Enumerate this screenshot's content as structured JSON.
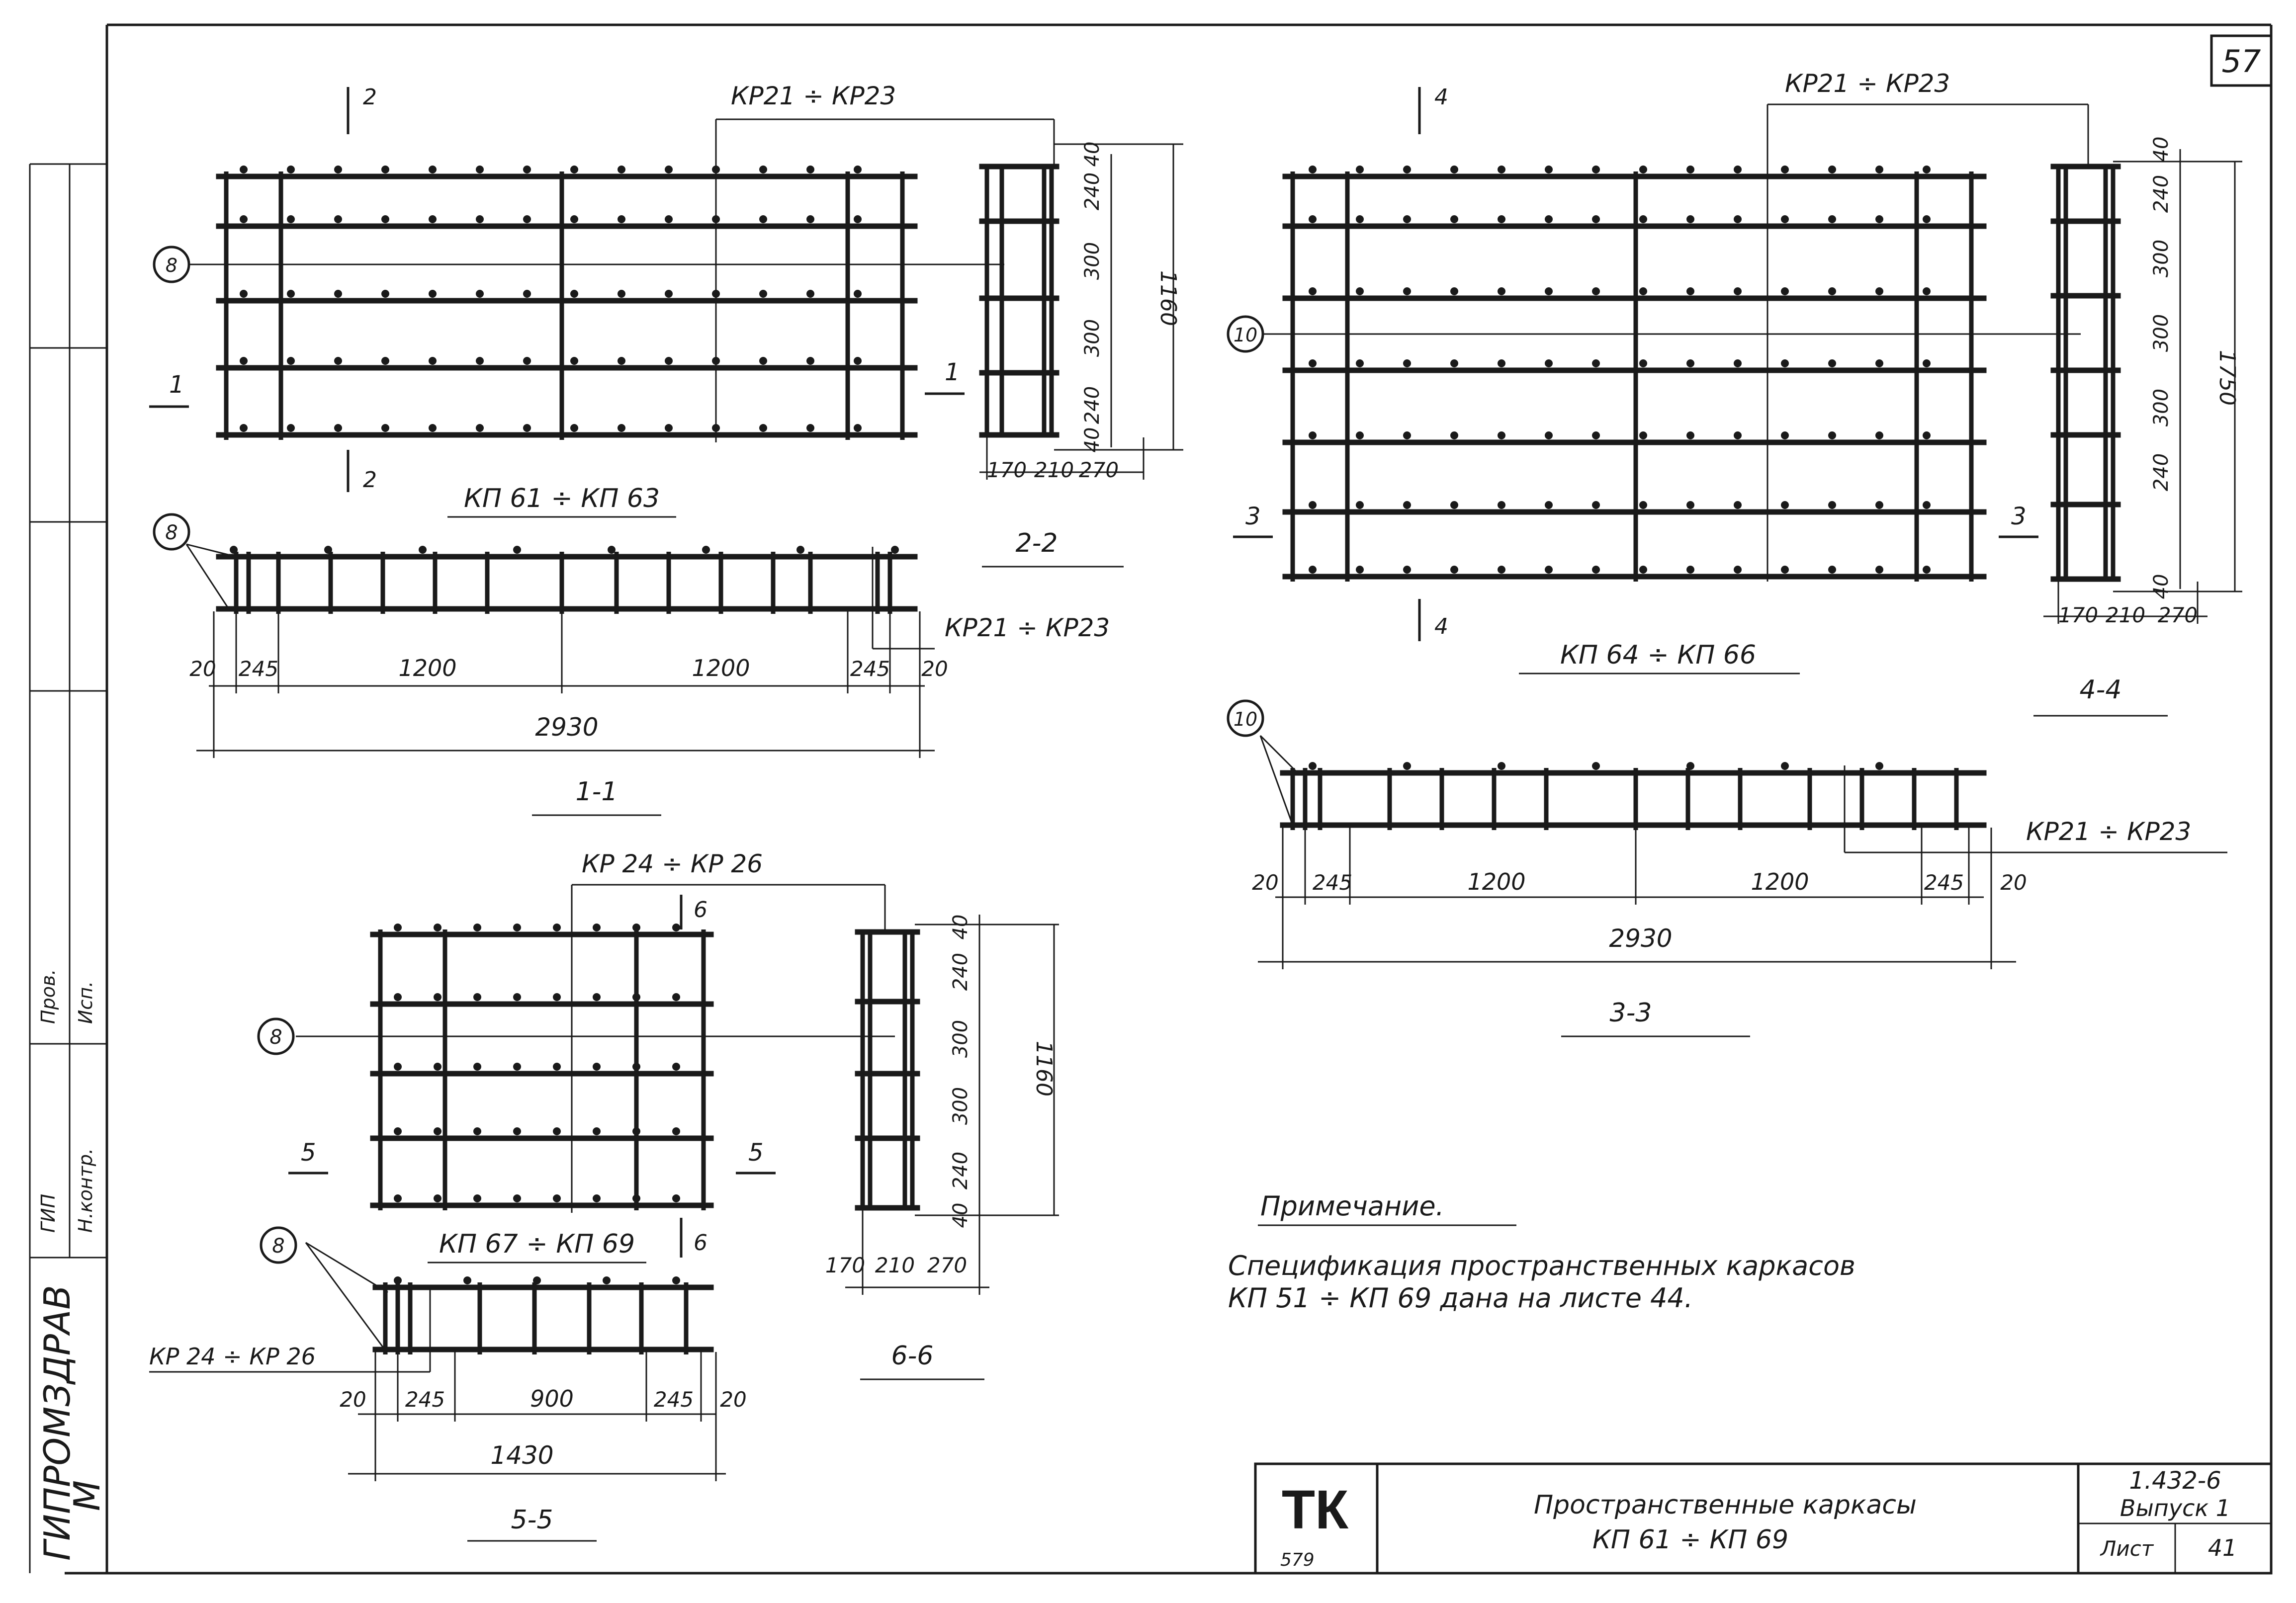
{
  "sheet": {
    "page_number": "57",
    "colors": {
      "ink": "#1a1a1a",
      "paper": "#ffffff"
    }
  },
  "left_margin": {
    "institute": "ГИПРОМЗДРАВ",
    "city": "М",
    "stamps": [
      "ГИП",
      "Н.контр.",
      "Пров.",
      "Исп."
    ]
  },
  "frame_kp61": {
    "cut_top": "2",
    "cut_bottom": "2",
    "section_left": "1",
    "section_right": "1",
    "callout_mark": "8",
    "leader_label": "КР21 ÷ КР23",
    "caption": "КП 61 ÷ КП 63",
    "side_dims_vertical": [
      "40",
      "240",
      "300",
      "300",
      "240",
      "40"
    ],
    "side_total": "1160",
    "side_dims_horizontal": [
      "170",
      "210",
      "270"
    ],
    "side_caption": "2-2"
  },
  "section_1_1": {
    "callout_mark": "8",
    "leader_label": "КР21 ÷ КР23",
    "dims": [
      "20",
      "245",
      "1200",
      "1200",
      "245",
      "20"
    ],
    "total": "2930",
    "caption": "1-1"
  },
  "frame_kp64": {
    "cut_top": "4",
    "cut_bottom": "4",
    "section_left": "3",
    "section_right": "3",
    "callout_mark": "10",
    "leader_label": "КР21 ÷ КР23",
    "caption": "КП 64 ÷ КП 66",
    "side_dims_vertical": [
      "40",
      "240",
      "300",
      "300",
      "300",
      "240",
      "40"
    ],
    "side_total": "1750",
    "side_dims_horizontal": [
      "170",
      "210",
      "270"
    ],
    "side_caption": "4-4"
  },
  "section_3_3": {
    "callout_mark": "10",
    "leader_label": "КР21 ÷ КР23",
    "dims": [
      "20",
      "245",
      "1200",
      "1200",
      "245",
      "20"
    ],
    "total": "2930",
    "caption": "3-3"
  },
  "frame_kp67": {
    "cut_top": "6",
    "cut_bottom": "6",
    "section_left": "5",
    "section_right": "5",
    "callout_mark": "8",
    "leader_label": "КР 24 ÷ КР 26",
    "caption": "КП 67 ÷ КП 69",
    "side_dims_vertical": [
      "40",
      "240",
      "300",
      "300",
      "240",
      "40"
    ],
    "side_total": "1160",
    "side_dims_horizontal": [
      "170",
      "210",
      "270"
    ],
    "side_caption": "6-6"
  },
  "section_5_5": {
    "callout_mark": "8",
    "leader_label": "КР 24 ÷ КР 26",
    "dims": [
      "20",
      "245",
      "900",
      "245",
      "20"
    ],
    "total": "1430",
    "caption": "5-5"
  },
  "note": {
    "title": "Примечание.",
    "line1": "Спецификация пространственных каркасов",
    "line2": "КП 51 ÷ КП 69 дана на листе 44."
  },
  "title_block": {
    "code": "ТК",
    "small": "579",
    "title_line1": "Пространственные каркасы",
    "title_line2": "КП 61 ÷ КП 69",
    "series": "1.432-6",
    "issue": "Выпуск 1",
    "sheet_label": "Лист",
    "sheet_number": "41"
  }
}
